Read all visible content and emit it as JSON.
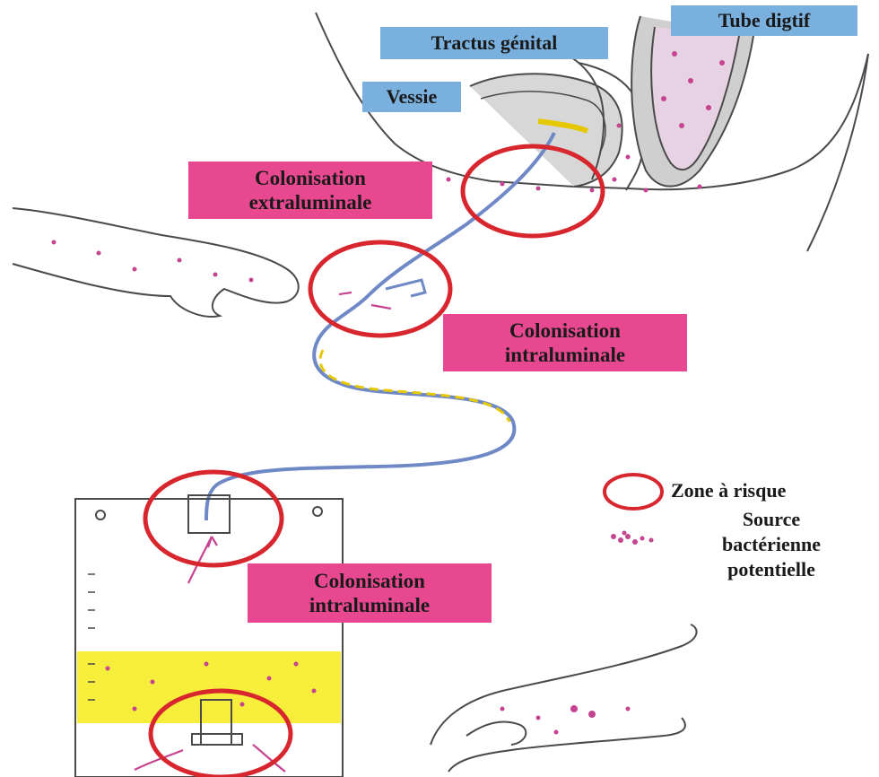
{
  "labels": {
    "tube_digestif": "Tube digtif",
    "tractus_genital": "Tractus génital",
    "vessie": "Vessie",
    "col_extra": "Colonisation\nextraluminale",
    "col_intra_1": "Colonisation\nintraluminale",
    "col_intra_2": "Colonisation\nintraluminale"
  },
  "legend": {
    "zone": "Zone à risque",
    "source_line1": "Source",
    "source_line2": "bactérienne",
    "source_line3": "potentielle"
  },
  "colors": {
    "organ_label_bg": "#7ab0de",
    "colonisation_label_bg": "#e8488f",
    "risk_circle": "#d8262e",
    "urine": "#f6ee3a",
    "bacteria": "#c5448f",
    "catheter": "#6f88c6"
  },
  "icons": {
    "risk_zone": "red-circle-icon",
    "bacteria": "bacteria-cluster-icon"
  }
}
